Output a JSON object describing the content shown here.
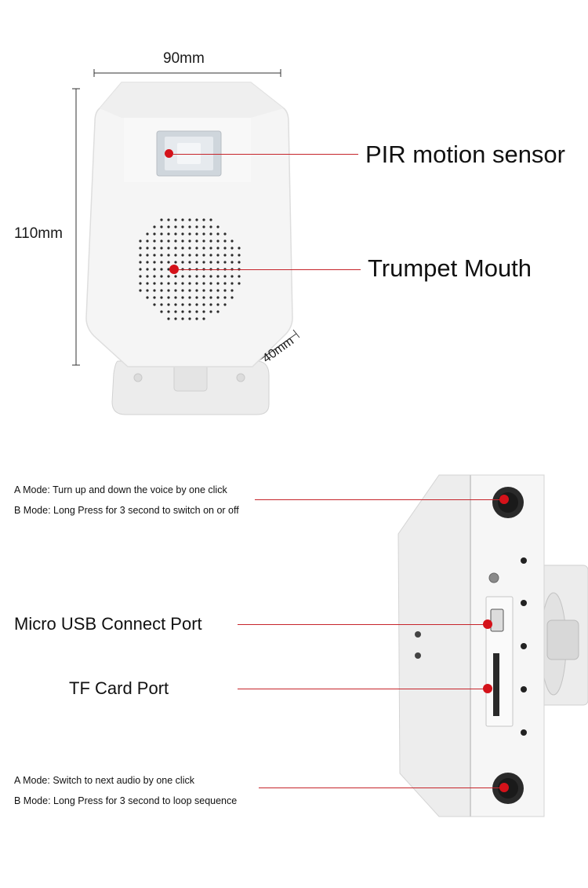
{
  "dimensions": {
    "width_label": "90mm",
    "height_label": "110mm",
    "depth_label": "40mm"
  },
  "front_callouts": {
    "pir": "PIR motion sensor",
    "trumpet": "Trumpet Mouth"
  },
  "side_callouts": {
    "top_button_a": "A Mode: Turn up and down the voice by one click",
    "top_button_b": "B Mode: Long Press for 3 second to switch on or off",
    "usb": "Micro USB Connect Port",
    "tf": "TF Card Port",
    "bottom_button_a": "A Mode: Switch to next audio by one click",
    "bottom_button_b": "B Mode: Long Press for 3 second to loop sequence"
  },
  "colors": {
    "accent": "#d4121a",
    "device_body": "#f4f4f4",
    "button": "#1c1c1c"
  }
}
